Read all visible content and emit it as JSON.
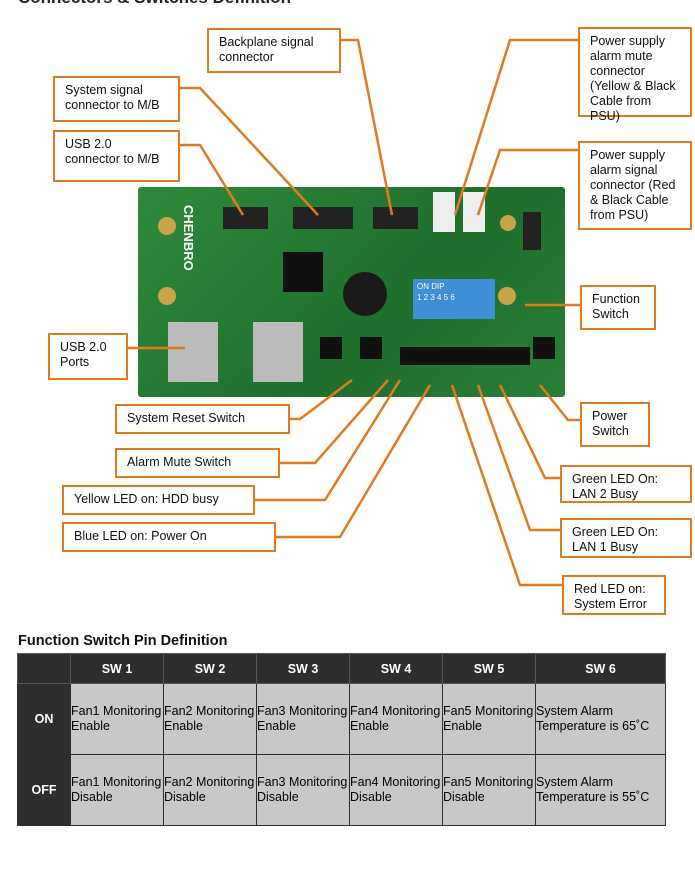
{
  "title": "Connectors & Switches Definition",
  "callouts": {
    "backplane": "Backplane signal connector",
    "system_signal": "System signal connector to M/B",
    "usb_conn": "USB 2.0 connector to M/B",
    "psu_mute": "Power supply alarm mute connector (Yellow & Black Cable from PSU)",
    "psu_signal": "Power supply alarm signal connector (Red & Black Cable from PSU)",
    "usb_ports": "USB 2.0 Ports",
    "function_switch": "Function Switch",
    "reset": "System Reset Switch",
    "alarm_mute": "Alarm Mute Switch",
    "yellow_led": "Yellow LED on: HDD busy",
    "blue_led": "Blue LED on: Power On",
    "power_switch": "Power Switch",
    "lan2": "Green LED On: LAN 2 Busy",
    "lan1": "Green LED On: LAN 1 Busy",
    "red_led": "Red LED on: System Error"
  },
  "board": {
    "brand": "CHENBRO",
    "dip_label": "ON DIP",
    "dip_numbers": "1 2 3 4 5 6"
  },
  "table": {
    "title": "Function Switch Pin Definition",
    "headers": [
      "",
      "SW 1",
      "SW 2",
      "SW 3",
      "SW 4",
      "SW 5",
      "SW 6"
    ],
    "rows": [
      {
        "label": "ON",
        "cells": [
          "Fan1 Monitoring Enable",
          "Fan2 Monitoring Enable",
          "Fan3 Monitoring Enable",
          "Fan4 Monitoring Enable",
          "Fan5 Monitoring Enable",
          "System Alarm Temperature is 65˚C"
        ]
      },
      {
        "label": "OFF",
        "cells": [
          "Fan1 Monitoring Disable",
          "Fan2 Monitoring Disable",
          "Fan3 Monitoring Disable",
          "Fan4 Monitoring Disable",
          "Fan5 Monitoring Disable",
          "System Alarm Temperature is 55˚C"
        ]
      }
    ]
  },
  "colors": {
    "accent": "#e07a1f",
    "header_bg": "#2e2e2e",
    "cell_bg": "#c8c8c8"
  }
}
